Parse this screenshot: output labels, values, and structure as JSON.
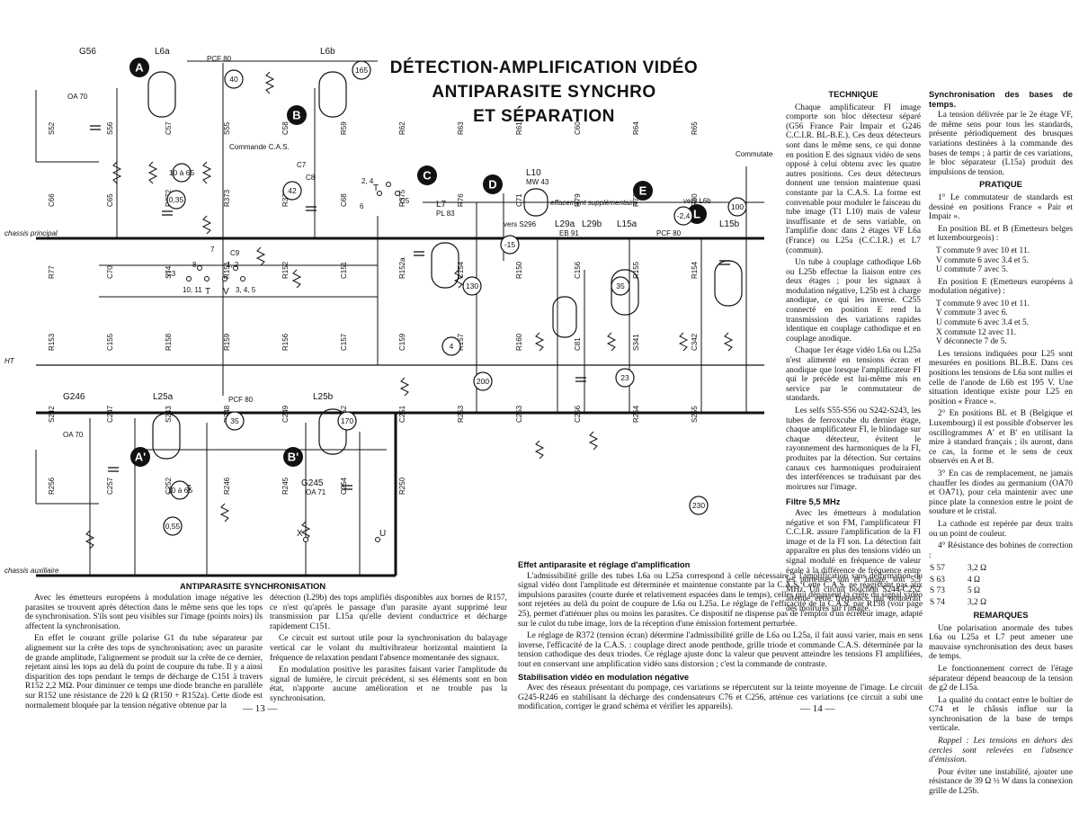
{
  "title": {
    "line1": "DÉTECTION-AMPLIFICATION VIDÉO",
    "line2": "ANTIPARASITE SYNCHRO",
    "line3": "ET SÉPARATION"
  },
  "schematic": {
    "tubes": [
      "L6a",
      "L6b",
      "L25a",
      "L25b",
      "L7",
      "L10",
      "L29a",
      "L29b",
      "L15a",
      "L15b"
    ],
    "tube_types": {
      "l7": "PL 83",
      "l10": "MW 43",
      "l29": "EB 91",
      "pcf1": "PCF 80",
      "pcf2": "PCF 80",
      "pcf3": "PCF 80"
    },
    "std_labels": {
      "g56": "G56",
      "g246": "G246"
    },
    "diodes": {
      "oa70_top": "OA 70",
      "oa70_bottom": "OA 70",
      "g245": "G245",
      "oa71": "OA 71"
    },
    "rails": {
      "principal": "chassis principal",
      "ht": "HT",
      "auxiliaire": "chassis auxiliaire"
    },
    "notes": {
      "commande_cas": "Commande C.A.S.",
      "commutateur": "Commutateur synchro",
      "effacement": "effacement supplémentaire",
      "vers_s296": "vers S296",
      "vers_l6b": "vers L6b"
    },
    "markers": [
      {
        "id": "A",
        "label": "A"
      },
      {
        "id": "B",
        "label": "B"
      },
      {
        "id": "C",
        "label": "C"
      },
      {
        "id": "D",
        "label": "D"
      },
      {
        "id": "E",
        "label": "E"
      },
      {
        "id": "L",
        "label": "L"
      },
      {
        "id": "A2",
        "label": "A'"
      },
      {
        "id": "B2",
        "label": "B'"
      }
    ],
    "voltages": [
      "40",
      "165",
      "42",
      "0,35",
      "10 à 65",
      "130",
      "-15",
      "4",
      "200",
      "35",
      "-2,4",
      "100",
      "23",
      "230",
      "35",
      "170",
      "0,55",
      "10 à 65"
    ],
    "switch_labels": {
      "t": "T",
      "v": "V",
      "x": "X",
      "u": "U",
      "pos1": "1, 2",
      "pos2": "10, 11",
      "pos3": "3, 4, 5",
      "pos4": "2, 4",
      "pos5": "6",
      "pos6": "8",
      "pos7": "7",
      "c3": "C3",
      "c5": "C5",
      "c7": "C7",
      "c9": "C9",
      "c8": "C8"
    },
    "component_values": [
      "S52",
      "S56",
      "C57",
      "S55",
      "C58",
      "R59",
      "R62",
      "R63",
      "R61",
      "C60",
      "R64",
      "R65",
      "C66",
      "C65",
      "R372",
      "R373",
      "R371",
      "C68",
      "R375",
      "R76",
      "C71",
      "R79",
      "R73",
      "R80",
      "R77",
      "C70",
      "S74",
      "R151",
      "R152",
      "C151",
      "R152a",
      "C154",
      "R150",
      "C156",
      "R155",
      "R154",
      "R153",
      "C155",
      "R158",
      "R159",
      "R156",
      "C157",
      "C159",
      "R157",
      "R160",
      "C81",
      "S341",
      "C342",
      "S242",
      "C247",
      "S243",
      "R248",
      "C249",
      "R252",
      "C251",
      "R253",
      "C253",
      "C256",
      "R254",
      "S255",
      "R256",
      "C257",
      "C252",
      "R246",
      "R245",
      "C254",
      "R250"
    ]
  },
  "left_section": {
    "heading": "ANTIPARASITE SYNCHRONISATION",
    "col1": [
      "Avec les émetteurs européens à modulation image négative les parasites se trouvent après détection dans le même sens que les tops de synchronisation. S'ils sont peu visibles sur l'image (points noirs) ils affectent la synchronisation.",
      "En effet le courant grille polarise G1 du tube séparateur par alignement sur la crête des tops de synchronisation; avec un parasite de grande amplitude, l'alignement se produit sur la crête de ce dernier, rejetant ainsi les tops au delà du point de coupure du tube. Il y a ainsi disparition des tops pendant le temps de décharge de C151 à travers R152 2,2 MΩ. Pour diminuer ce temps une diode branche en parallèle sur R152 une résistance de 220 k Ω (R150 + R152a). Cette diode est normalement bloquée par la tension négative obtenue par la"
    ],
    "col2": [
      "détection (L29b) des tops amplifiés disponibles aux bornes de R157, ce n'est qu'après le passage d'un parasite ayant supprimé leur transmission par L15a qu'elle devient conductrice et décharge rapidement C151.",
      "Ce circuit est surtout utile pour la synchronisation du balayage vertical car le volant du multivibrateur horizontal maintient la fréquence de relaxation pendant l'absence momentanée des signaux.",
      "En modulation positive les parasites faisant varier l'amplitude du signal de lumière, le circuit précédent, si ses éléments sont en bon état, n'apporte aucune amélioration et ne trouble pas la synchronisation."
    ],
    "page_number": "— 13 —"
  },
  "technique": {
    "heading": "TECHNIQUE",
    "paras": [
      "Chaque amplificateur FI image comporte son bloc détecteur séparé (G56 France Pair Impair et G246 C.C.I.R. BL-B.E.). Ces deux détecteurs sont dans le même sens, ce qui donne en position E des signaux vidéo de sens opposé à celui obtenu avec les quatre autres positions. Ces deux détecteurs donnent une tension maintenue quasi constante par la C.A.S. La forme est convenable pour moduler le faisceau du tube image (T1 L10) mais de valeur insuffisante et de sens variable, on l'amplifie donc dans 2 étages VF L6a (France) ou L25a (C.C.I.R.) et L7 (commun).",
      "Un tube à couplage cathodique L6b ou L25b effectue la liaison entre ces deux étages ; pour les signaux à modulation négative, L25b est à charge anodique, ce qui les inverse. C255 connecté en position E rend la transmission des variations rapides identique en couplage cathodique et en couplage anodique.",
      "Chaque 1er étage vidéo L6a ou L25a n'est alimenté en tensions écran et anodique que lorsque l'amplificateur FI qui le précède est lui-même mis en service par le commutateur de standards.",
      "Les selfs S55-S56 ou S242-S243, les tubes de ferroxcube du dernier étage, chaque amplificateur FI, le blindage sur chaque détecteur, évitent le rayonnement des harmoniques de la FI, produites par la détection. Sur certains canaux ces harmoniques produiraient des interférences se traduisant par des moirures sur l'image."
    ],
    "filtre_heading": "Filtre 5,5 MHz",
    "filtre": "Avec les émetteurs à modulation négative et son FM, l'amplificateur FI C.C.I.R. assure l'amplification de la FI image et de la FI son. La détection fait apparaître en plus des tensions vidéo un signal modulé en fréquence de valeur égale à la différence de fréquence entre les porteuses son et image, soit 5,5 MHz. Un circuit bouchon S244-C252 atténue cette fréquence qui donnerait des moirures sur l'image."
  },
  "bottom_middle": {
    "heading1": "Effet antiparasite et réglage d'amplification",
    "p1": "L'admissibilité grille des tubes L6a ou L25a correspond à celle nécessaire à l'amplification sans déformation du signal vidéo dont l'amplitude est déterminée et maintenue constante par la C.A.S. Cette C.A.S. ne réagissant pas aux impulsions parasites (courte durée et relativement espacées dans le temps), celles qui dépassent la crête du signal vidéo sont rejetées au delà du point de coupure de L6a ou L25a. Le réglage de l'efficacité de la C.A.S. par R138 (voir page 25), permet d'atténuer plus ou moins les parasites. Ce dispositif ne dispense pas de l'emploi d'un écréteur image, adapté sur le culot du tube image, lors de la réception d'une émission fortement perturbée.",
    "p2": "Le réglage de R372 (tension écran) détermine l'admissibilité grille de L6a ou L25a, il fait aussi varier, mais en sens inverse, l'efficacité de la C.A.S. : couplage direct anode penthode, grille triode et commande C.A.S. déterminée par la tension cathodique des deux triodes. Ce réglage ajuste donc la valeur que peuvent atteindre les tensions FI amplifiées, tout en conservant une amplification vidéo sans distorsion ; c'est la commande de contraste.",
    "heading2": "Stabilisation vidéo en modulation négative",
    "p3": "Avec des réseaux présentant du pompage, ces variations se répercutent sur la teinte moyenne de l'image. Le circuit G245-R246 en stabilisant la décharge des condensateurs C76 et C256, atténue ces variations (ce circuit a subi une modification, corriger le grand schéma et vérifier les appareils).",
    "page_number": "— 14 —"
  },
  "right_column": {
    "sync_heading": "Synchronisation des bases de temps.",
    "sync_p": "La tension délivrée par le 2e étage VF, de même sens pour tous les standards, présente périodiquement des brusques variations destinées à la commande des bases de temps ; à partir de ces variations, le bloc séparateur (L15a) produit des impulsions de tension.",
    "pratique_heading": "PRATIQUE",
    "p1": "1° Le commutateur de standards est dessiné en positions France « Pair et Impair ».",
    "p2": "En position BL et B (Emetteurs belges et luxembourgeois) :",
    "list1": [
      "T commute 9 avec 10 et 11.",
      "V commute 6 avec 3.4 et 5.",
      "U commute 7 avec 5."
    ],
    "p3": "En position E (Emetteurs européens à modulation négative) :",
    "list2": [
      "T commute 9 avec 10 et 11.",
      "V commute 3 avec 6.",
      "U commute 6 avec 3.4 et 5.",
      "X commute 12 avec 11.",
      "V déconnecte 7 de 5."
    ],
    "p4": "Les tensions indiquées pour L25 sont mesurées en positions BL.B.E. Dans ces positions les tensions de L6a sont nulles et celle de l'anode de L6b est 195 V. Une situation identique existe pour L25 en position « France ».",
    "p5": "2° En positions BL et B (Belgique et Luxembourg) il est possible d'observer les oscillogrammes A' et B' en utilisant la mire à standard français ; ils auront, dans ce cas, la forme et le sens de ceux observés en A et B.",
    "p6": "3° En cas de remplacement, ne jamais chauffer les diodes au germanium (OA70 et OA71), pour cela maintenir avec une pince plate la connexion entre le point de soudure et le cristal.",
    "p7": "La cathode est repérée par deux traits ou un point de couleur.",
    "p8": "4° Résistance des bobines de correction :",
    "res": [
      [
        "S 57",
        "3,2 Ω"
      ],
      [
        "S 63",
        "4 Ω"
      ],
      [
        "S 73",
        "5 Ω"
      ],
      [
        "S 74",
        "3,2 Ω"
      ]
    ],
    "remarques_heading": "REMARQUES",
    "r1": "Une polarisation anormale des tubes L6a ou L25a et L7 peut amener une mauvaise synchronisation des deux bases de temps.",
    "r2": "Le fonctionnement correct de l'étage séparateur dépend beaucoup de la tension de g2 de L15a.",
    "r3": "La qualité du contact entre le boîtier de C74 et le châssis influe sur la synchronisation de la base de temps verticale.",
    "rappel": "Rappel : Les tensions en dehors des cercles sont relevées en l'absence d'émission.",
    "r4": "Pour éviter une instabilité, ajouter une résistance de 39 Ω ½ W dans la connexion grille de L25b."
  }
}
